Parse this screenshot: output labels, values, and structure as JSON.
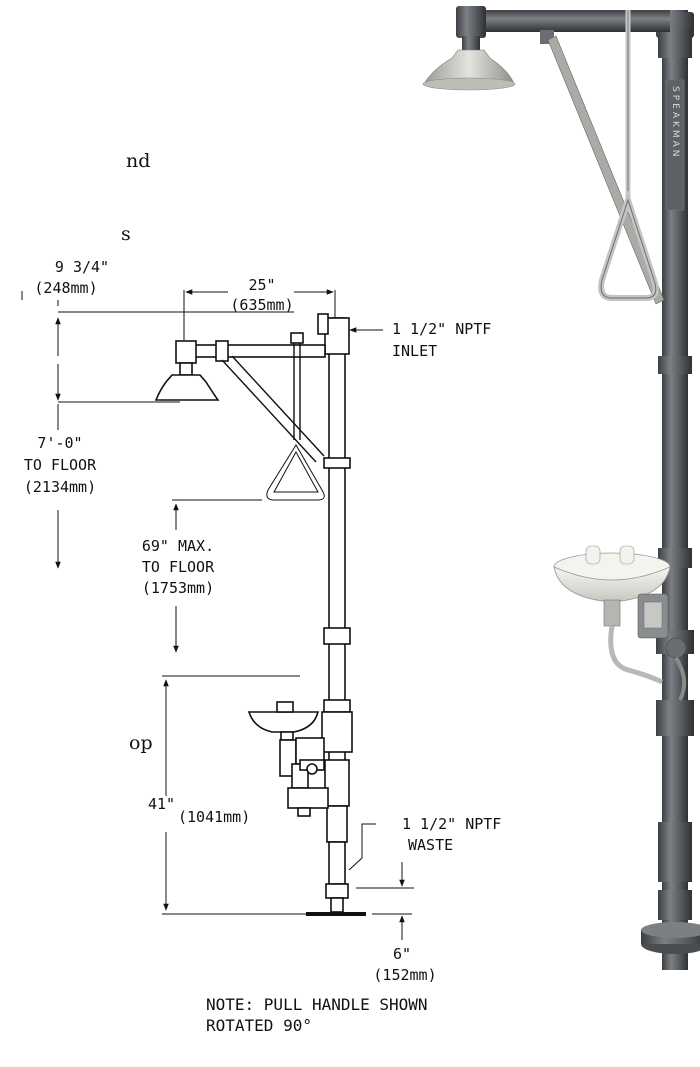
{
  "side_text": {
    "fragment_1": "nd",
    "fragment_2": "s",
    "fragment_3": "op"
  },
  "dimensions": {
    "head_offset": {
      "imperial": "9 3/4\"",
      "metric": "(248mm)"
    },
    "arm_length": {
      "imperial": "25\"",
      "metric": "(635mm)"
    },
    "inlet": {
      "size": "1 1/2\" NPTF",
      "label": "INLET"
    },
    "shower_height": {
      "imperial": "7'-0\"",
      "ref": "TO FLOOR",
      "metric": "(2134mm)"
    },
    "handle_height": {
      "imperial": "69\" MAX.",
      "ref": "TO FLOOR",
      "metric": "(1753mm)"
    },
    "bowl_height": {
      "imperial": "41\"",
      "metric": "(1041mm)"
    },
    "waste": {
      "size": "1 1/2\" NPTF",
      "label": "WASTE"
    },
    "waste_offset": {
      "imperial": "6\"",
      "metric": "(152mm)"
    }
  },
  "note": {
    "line_1": "NOTE: PULL HANDLE SHOWN",
    "line_2": "ROTATED 90°"
  },
  "product_photo": {
    "brand_text": "SPEAKMAN",
    "colors": {
      "pipe": "#5a5e62",
      "shower_head": "#c9c9c4",
      "chrome": "#bcbcbc",
      "bowl": "#ecebe6"
    }
  }
}
